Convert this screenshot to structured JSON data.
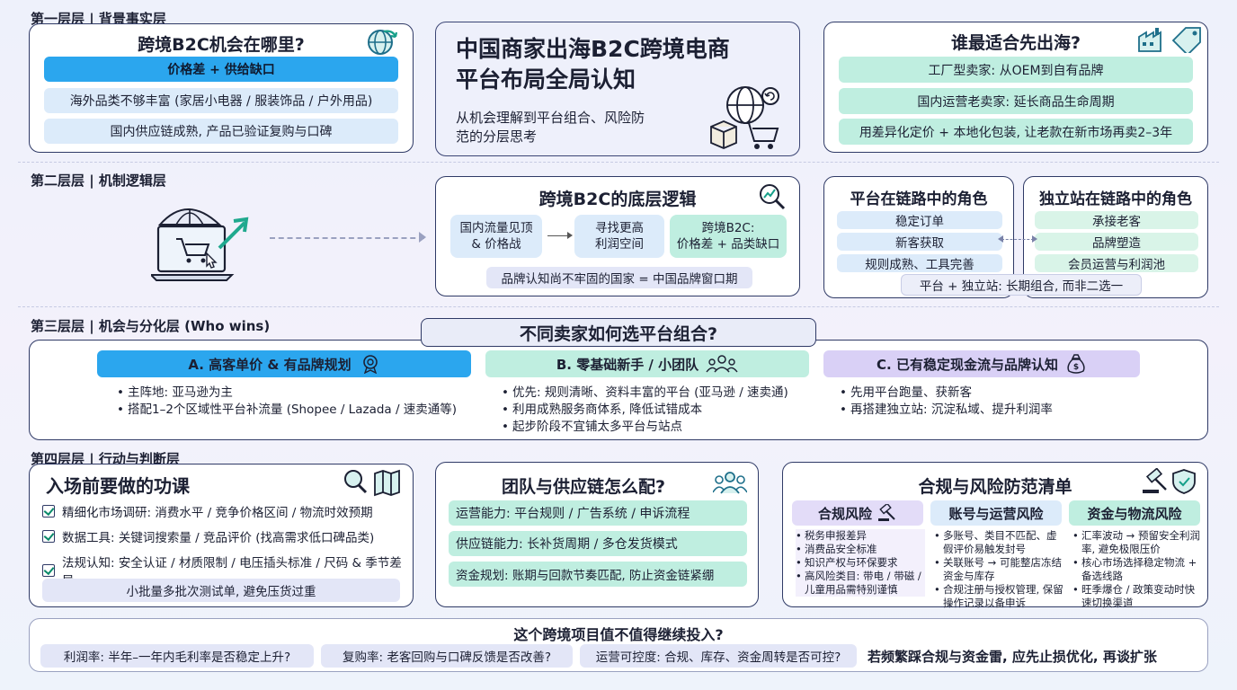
{
  "layer1": {
    "label": "第一层层 | 背景事实层",
    "opportunity": {
      "title": "跨境B2C机会在哪里?",
      "items": [
        "价格差 + 供给缺口",
        "海外品类不够丰富 (家居小电器 / 服装饰品 / 户外用品)",
        "国内供应链成熟, 产品已验证复购与口碑"
      ]
    },
    "hero": {
      "title_line1": "中国商家出海B2C跨境电商",
      "title_line2": "平台布局全局认知",
      "subtitle_line1": "从机会理解到平台组合、风险防",
      "subtitle_line2": "范的分层思考"
    },
    "who": {
      "title": "谁最适合先出海?",
      "items": [
        "工厂型卖家: 从OEM到自有品牌",
        "国内运营老卖家: 延长商品生命周期",
        "用差异化定价 + 本地化包装, 让老款在新市场再卖2–3年"
      ]
    }
  },
  "layer2": {
    "label": "第二层层 | 机制逻辑层",
    "logic": {
      "title": "跨境B2C的底层逻辑",
      "flow": [
        "国内流量见顶\n& 价格战",
        "寻找更高\n利润空间",
        "跨境B2C:\n价格差 + 品类缺口"
      ],
      "note": "品牌认知尚不牢固的国家 = 中国品牌窗口期"
    },
    "platform_role": {
      "title": "平台在链路中的角色",
      "items": [
        "稳定订单",
        "新客获取",
        "规则成熟、工具完善"
      ]
    },
    "site_role": {
      "title": "独立站在链路中的角色",
      "items": [
        "承接老客",
        "品牌塑造",
        "会员运营与利润池"
      ]
    },
    "combo": "平台 + 独立站: 长期组合, 而非二选一"
  },
  "layer3": {
    "label": "第三层层 | 机会与分化层 (Who wins)",
    "header": "不同卖家如何选平台组合?",
    "columns": [
      {
        "title": "A. 高客单价 & 有品牌规划",
        "items": [
          "主阵地: 亚马逊为主",
          "搭配1–2个区域性平台补流量 (Shopee / Lazada / 速卖通等)"
        ]
      },
      {
        "title": "B. 零基础新手 / 小团队",
        "items": [
          "优先: 规则清晰、资料丰富的平台 (亚马逊 / 速卖通)",
          "利用成熟服务商体系, 降低试错成本",
          "起步阶段不宜铺太多平台与站点"
        ]
      },
      {
        "title": "C. 已有稳定现金流与品牌认知",
        "items": [
          "先用平台跑量、获新客",
          "再搭建独立站: 沉淀私域、提升利润率"
        ]
      }
    ]
  },
  "layer4": {
    "label": "第四层层 | 行动与判断层",
    "homework": {
      "title": "入场前要做的功课",
      "checks": [
        "精细化市场调研: 消费水平 / 竞争价格区间 / 物流时效预期",
        "数据工具: 关键词搜索量 / 竞品评价 (找高需求低口碑品类)",
        "法规认知: 安全认证 / 材质限制 / 电压插头标准 / 尺码 & 季节差异"
      ],
      "note": "小批量多批次测试单, 避免压货过重"
    },
    "team": {
      "title": "团队与供应链怎么配?",
      "items": [
        "运营能力: 平台规则 / 广告系统 / 申诉流程",
        "供应链能力: 长补货周期 / 多仓发货模式",
        "资金规划: 账期与回款节奏匹配, 防止资金链紧绷"
      ]
    },
    "risk": {
      "title": "合规与风险防范清单",
      "cols": [
        {
          "title": "合规风险",
          "items": [
            "税务申报差异",
            "消费品安全标准",
            "知识产权与环保要求",
            "高风险类目: 带电 / 带磁 / 儿童用品需特别谨慎"
          ]
        },
        {
          "title": "账号与运营风险",
          "items": [
            "多账号、类目不匹配、虚假评价易触发封号",
            "关联账号 → 可能整店冻结资金与库存",
            "合规注册与授权管理, 保留操作记录以备申诉"
          ]
        },
        {
          "title": "资金与物流风险",
          "items": [
            "汇率波动 → 预留安全利润率, 避免极限压价",
            "核心市场选择稳定物流 + 备选线路",
            "旺季爆仓 / 政策变动时快速切换渠道"
          ]
        }
      ]
    }
  },
  "footer": {
    "title": "这个跨境项目值不值得继续投入?",
    "checks": [
      "利润率: 半年–一年内毛利率是否稳定上升?",
      "复购率: 老客回购与口碑反馈是否改善?",
      "运营可控度: 合规、库存、资金周转是否可控?"
    ],
    "conclusion": "若频繁踩合规与资金雷, 应先止损优化, 再谈扩张"
  },
  "colors": {
    "frame": "#2f3a66",
    "blue": "#2ba6ee",
    "green": "#bfeee0",
    "purple": "#e3dcf8"
  }
}
